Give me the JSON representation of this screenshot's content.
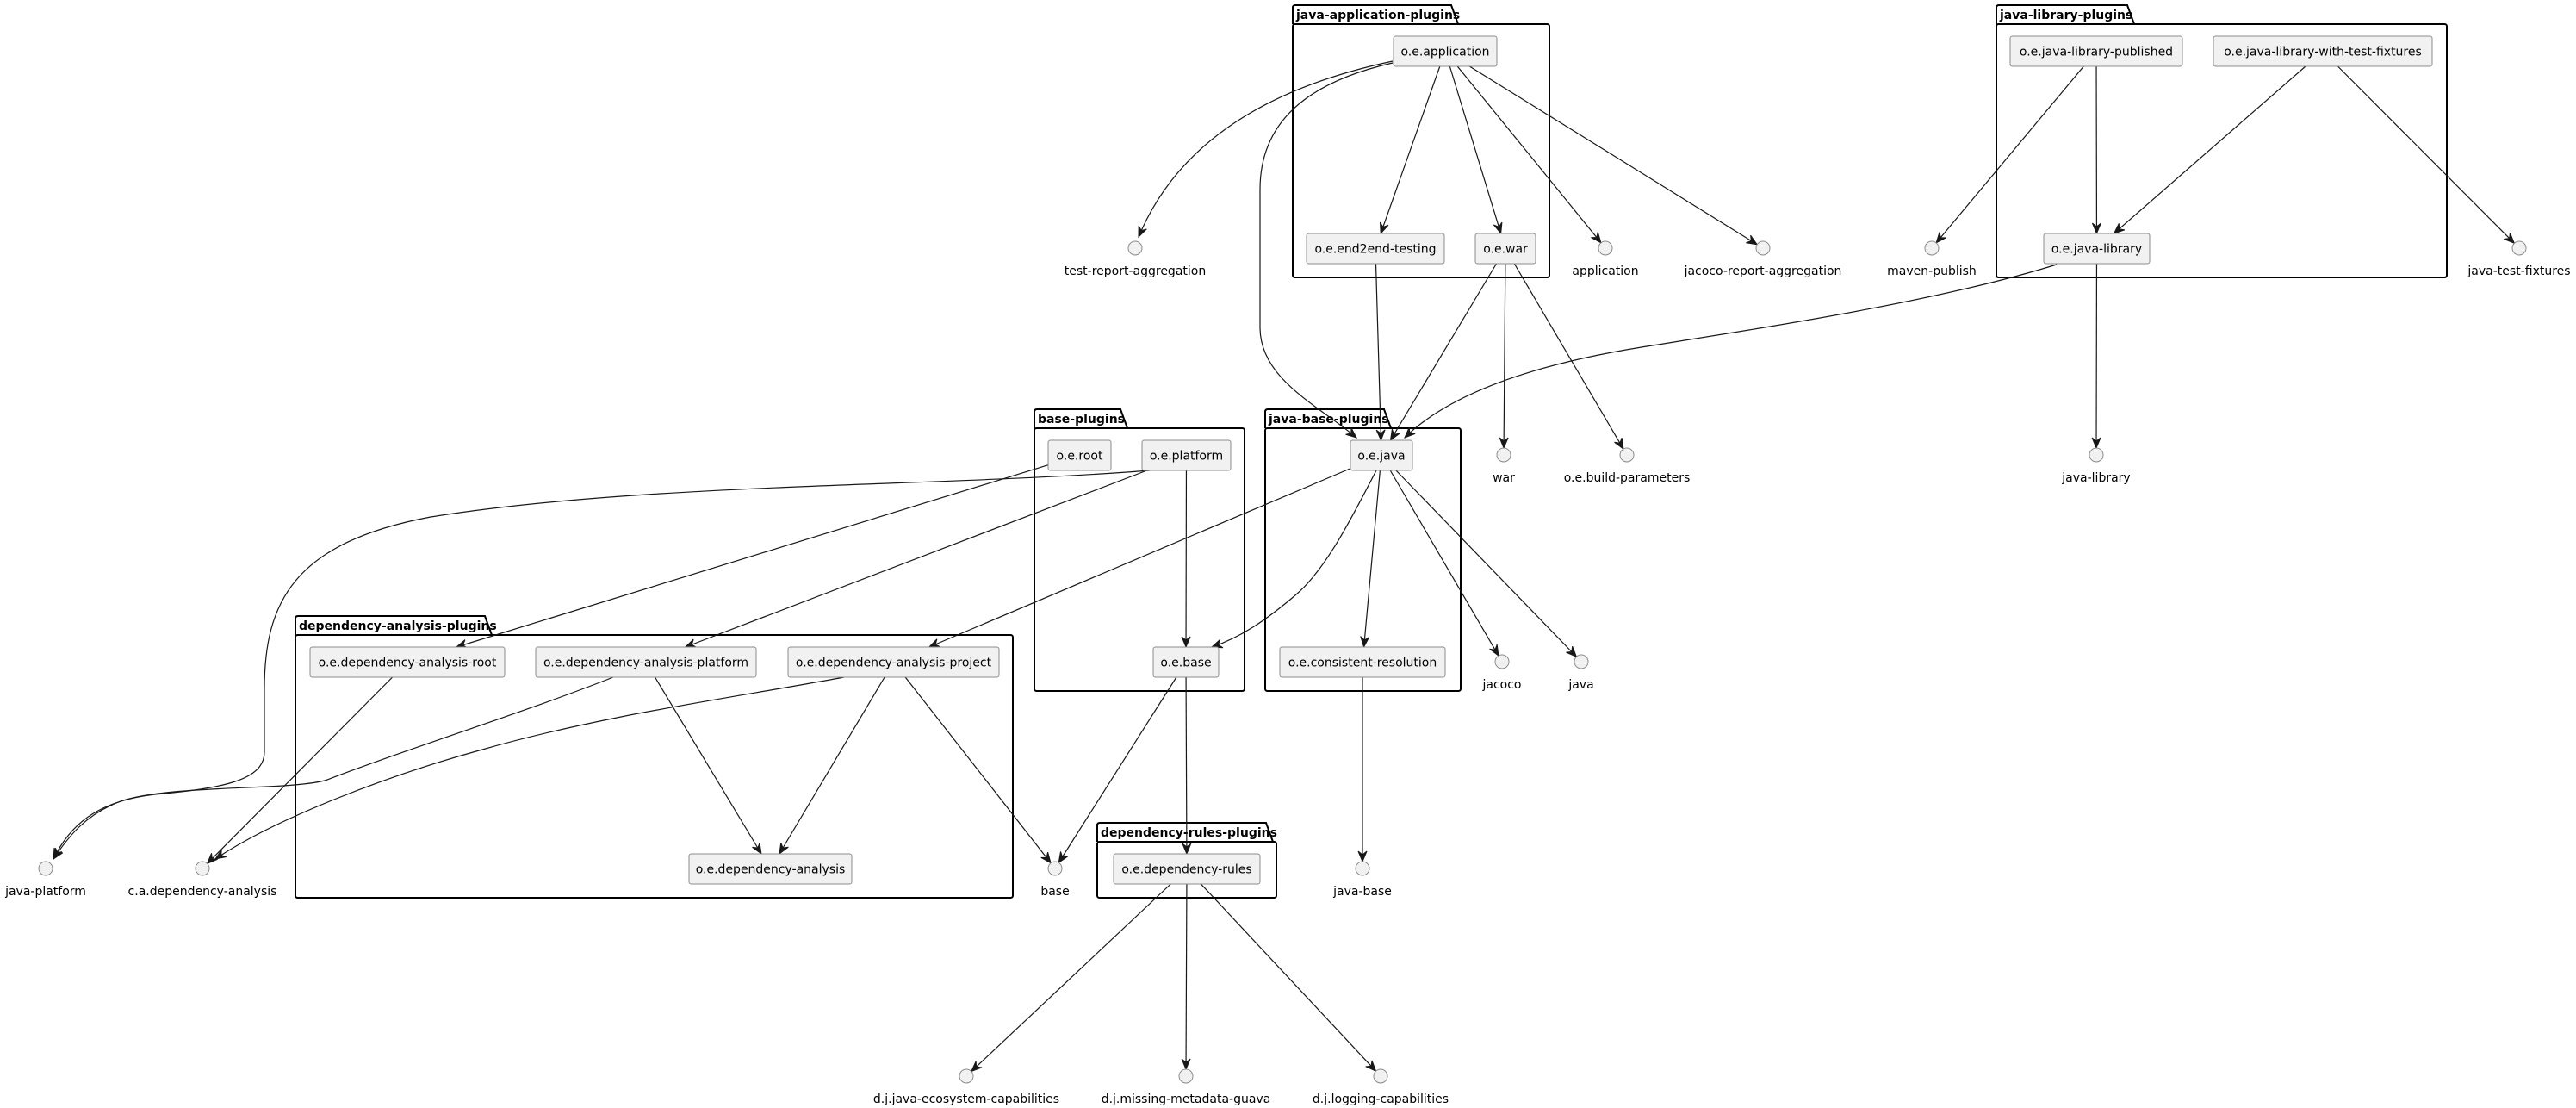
{
  "diagram": {
    "type": "plugin-dependency-graph",
    "packages": [
      {
        "id": "java-application-plugins",
        "title": "java-application-plugins"
      },
      {
        "id": "java-library-plugins",
        "title": "java-library-plugins"
      },
      {
        "id": "base-plugins",
        "title": "base-plugins"
      },
      {
        "id": "java-base-plugins",
        "title": "java-base-plugins"
      },
      {
        "id": "dependency-analysis-plugins",
        "title": "dependency-analysis-plugins"
      },
      {
        "id": "dependency-rules-plugins",
        "title": "dependency-rules-plugins"
      }
    ],
    "components": [
      {
        "id": "app",
        "label": "o.e.application",
        "package": "java-application-plugins"
      },
      {
        "id": "e2e",
        "label": "o.e.end2end-testing",
        "package": "java-application-plugins"
      },
      {
        "id": "war",
        "label": "o.e.war",
        "package": "java-application-plugins"
      },
      {
        "id": "jlp",
        "label": "o.e.java-library-published",
        "package": "java-library-plugins"
      },
      {
        "id": "jltf",
        "label": "o.e.java-library-with-test-fixtures",
        "package": "java-library-plugins"
      },
      {
        "id": "jl",
        "label": "o.e.java-library",
        "package": "java-library-plugins"
      },
      {
        "id": "root",
        "label": "o.e.root",
        "package": "base-plugins"
      },
      {
        "id": "platform",
        "label": "o.e.platform",
        "package": "base-plugins"
      },
      {
        "id": "base",
        "label": "o.e.base",
        "package": "base-plugins"
      },
      {
        "id": "java",
        "label": "o.e.java",
        "package": "java-base-plugins"
      },
      {
        "id": "cr",
        "label": "o.e.consistent-resolution",
        "package": "java-base-plugins"
      },
      {
        "id": "dar",
        "label": "o.e.dependency-analysis-root",
        "package": "dependency-analysis-plugins"
      },
      {
        "id": "dap",
        "label": "o.e.dependency-analysis-platform",
        "package": "dependency-analysis-plugins"
      },
      {
        "id": "dapr",
        "label": "o.e.dependency-analysis-project",
        "package": "dependency-analysis-plugins"
      },
      {
        "id": "da",
        "label": "o.e.dependency-analysis",
        "package": "dependency-analysis-plugins"
      },
      {
        "id": "dr",
        "label": "o.e.dependency-rules",
        "package": "dependency-rules-plugins"
      }
    ],
    "interfaces": [
      {
        "id": "i-tra",
        "label": "test-report-aggregation"
      },
      {
        "id": "i-application",
        "label": "application"
      },
      {
        "id": "i-jra",
        "label": "jacoco-report-aggregation"
      },
      {
        "id": "i-mp",
        "label": "maven-publish"
      },
      {
        "id": "i-jtf",
        "label": "java-test-fixtures"
      },
      {
        "id": "i-war",
        "label": "war"
      },
      {
        "id": "i-bp",
        "label": "o.e.build-parameters"
      },
      {
        "id": "i-jl",
        "label": "java-library"
      },
      {
        "id": "i-jacoco",
        "label": "jacoco"
      },
      {
        "id": "i-java",
        "label": "java"
      },
      {
        "id": "i-jp",
        "label": "java-platform"
      },
      {
        "id": "i-cada",
        "label": "c.a.dependency-analysis"
      },
      {
        "id": "i-base",
        "label": "base"
      },
      {
        "id": "i-jb",
        "label": "java-base"
      },
      {
        "id": "i-djjec",
        "label": "d.j.java-ecosystem-capabilities"
      },
      {
        "id": "i-djmmg",
        "label": "d.j.missing-metadata-guava"
      },
      {
        "id": "i-djlc",
        "label": "d.j.logging-capabilities"
      }
    ],
    "edges": [
      {
        "from": "app",
        "to": "i-tra"
      },
      {
        "from": "app",
        "to": "java"
      },
      {
        "from": "app",
        "to": "e2e"
      },
      {
        "from": "app",
        "to": "war"
      },
      {
        "from": "app",
        "to": "i-application"
      },
      {
        "from": "app",
        "to": "i-jra"
      },
      {
        "from": "jlp",
        "to": "i-mp"
      },
      {
        "from": "jlp",
        "to": "jl"
      },
      {
        "from": "jltf",
        "to": "jl"
      },
      {
        "from": "jltf",
        "to": "i-jtf"
      },
      {
        "from": "e2e",
        "to": "java"
      },
      {
        "from": "war",
        "to": "java"
      },
      {
        "from": "war",
        "to": "i-war"
      },
      {
        "from": "war",
        "to": "i-bp"
      },
      {
        "from": "jl",
        "to": "java"
      },
      {
        "from": "jl",
        "to": "i-jl"
      },
      {
        "from": "root",
        "to": "dar"
      },
      {
        "from": "platform",
        "to": "i-jp"
      },
      {
        "from": "platform",
        "to": "dap"
      },
      {
        "from": "platform",
        "to": "base"
      },
      {
        "from": "java",
        "to": "dapr"
      },
      {
        "from": "java",
        "to": "base"
      },
      {
        "from": "java",
        "to": "cr"
      },
      {
        "from": "java",
        "to": "i-jacoco"
      },
      {
        "from": "java",
        "to": "i-java"
      },
      {
        "from": "dar",
        "to": "i-cada"
      },
      {
        "from": "dap",
        "to": "i-jp"
      },
      {
        "from": "dap",
        "to": "da"
      },
      {
        "from": "dapr",
        "to": "i-cada"
      },
      {
        "from": "dapr",
        "to": "da"
      },
      {
        "from": "dapr",
        "to": "i-base"
      },
      {
        "from": "base",
        "to": "i-base"
      },
      {
        "from": "base",
        "to": "dr"
      },
      {
        "from": "cr",
        "to": "i-jb"
      },
      {
        "from": "dr",
        "to": "i-djjec"
      },
      {
        "from": "dr",
        "to": "i-djmmg"
      },
      {
        "from": "dr",
        "to": "i-djlc"
      }
    ]
  }
}
